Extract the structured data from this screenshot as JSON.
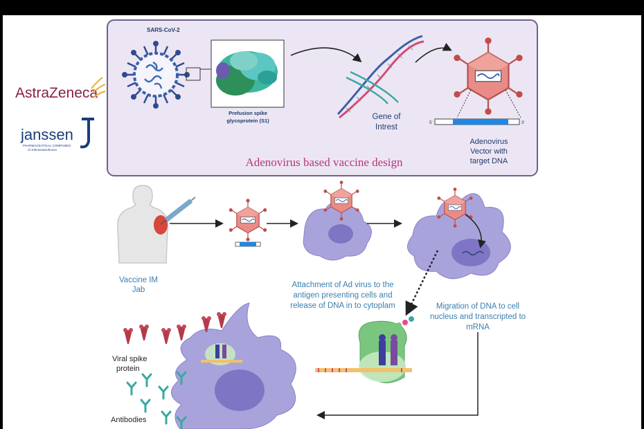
{
  "logos": {
    "astrazeneca": "AstraZeneca",
    "janssen": "janssen",
    "janssen_sub1": "PHARMACEUTICAL COMPANIES",
    "janssen_sub2": "of Johnson&Johnson"
  },
  "top_panel": {
    "virus_label": "SARS-CoV-2",
    "spike_label_line1": "Prefusion spike",
    "spike_label_line2": "glycoprotein (S1)",
    "gene_label_line1": "Gene of",
    "gene_label_line2": "Intrest",
    "strip_left": "5'",
    "strip_right": "3'",
    "vector_label_line1": "Adenovirus",
    "vector_label_line2": "Vector with",
    "vector_label_line3": "target DNA",
    "title": "Adenovirus based vaccine design",
    "title_color": "#b5367a",
    "panel_fill": "#ece6f4",
    "panel_border": "#6f5f8a"
  },
  "process": {
    "jab_line1": "Vaccine IM",
    "jab_line2": "Jab",
    "attach_line1": "Attachment of Ad virus to the",
    "attach_line2": "antigen presenting cells and",
    "attach_line3": "release of DNA in to cytoplam",
    "migrate_line1": "Migration of DNA to cell",
    "migrate_line2": "nucleus and transcripted to",
    "migrate_line3": "mRNA",
    "spike_protein_line1": "Viral spike",
    "spike_protein_line2": "protein",
    "antibodies": "Antibodies",
    "cell_color": "#a9a3dc",
    "virus_color": "#e88582",
    "text_color": "#3a7fae"
  }
}
